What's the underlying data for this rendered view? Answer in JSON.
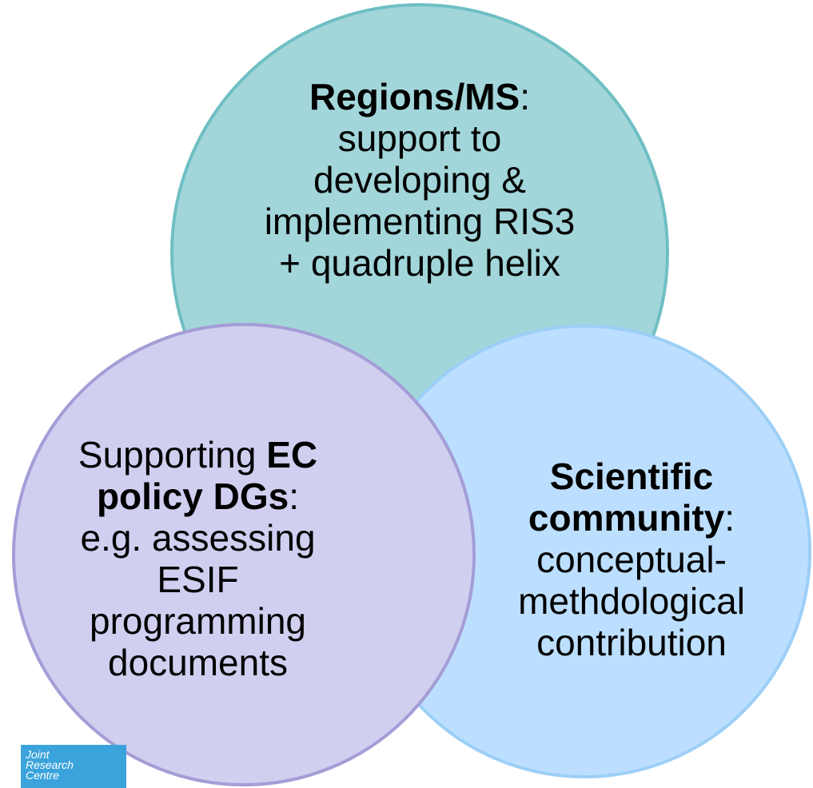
{
  "circles": {
    "top": {
      "heading": "Regions/MS",
      "punct": ":",
      "lines": [
        "support to",
        "developing &",
        "implementing RIS3",
        "+ quadruple helix"
      ]
    },
    "left": {
      "line1_pre": "Supporting ",
      "line1_bold": "EC",
      "line2_bold": "policy DGs",
      "punct": ":",
      "lines": [
        "e.g. assessing",
        "ESIF",
        "programming",
        "documents"
      ]
    },
    "right": {
      "heading_lines": [
        "Scientific",
        "community"
      ],
      "punct": ":",
      "lines": [
        "conceptual-",
        "methdological",
        "contribution"
      ]
    }
  },
  "logo": {
    "lines": [
      "Joint",
      "Research",
      "Centre"
    ]
  },
  "colors": {
    "top_fill": "#a2d6da",
    "left_fill": "#d0cff0",
    "right_fill": "#bddfff",
    "logo": "#3ba3dc"
  }
}
